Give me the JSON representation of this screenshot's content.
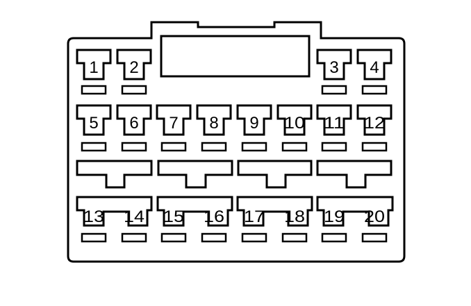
{
  "diagram": {
    "kind": "connector-face-view",
    "line_color": "#000000",
    "background": "#ffffff",
    "terminals": {
      "1": "1",
      "2": "2",
      "3": "3",
      "4": "4",
      "5": "5",
      "6": "6",
      "7": "7",
      "8": "8",
      "9": "9",
      "10": "10",
      "11": "11",
      "12": "12",
      "13": "13",
      "14": "14",
      "15": "15",
      "16": "16",
      "17": "17",
      "18": "18",
      "19": "19",
      "20": "20"
    }
  }
}
